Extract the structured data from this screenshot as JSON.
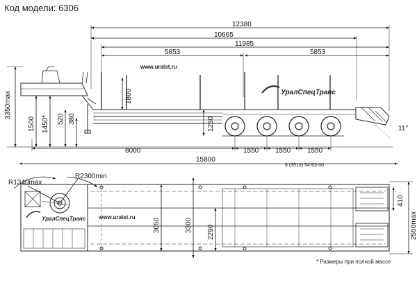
{
  "header": {
    "label": "Код модели:",
    "value": "6306"
  },
  "website": "www.uralst.ru",
  "brand": "УралСпецТранс",
  "phone": "8 (3513) 54-63-00",
  "note": "* Размеры при полной массе",
  "dims": {
    "d12380": "12380",
    "d10665": "10665",
    "d11985": "11985",
    "d5853a": "5853",
    "d5853b": "5853",
    "d8000": "8000",
    "d1550a": "1550",
    "d1550b": "1550",
    "d1550c": "1550",
    "d15800": "15800",
    "d1800": "1800",
    "d1250": "1250",
    "d3350": "3350max",
    "d1500": "1500",
    "d1450": "1450*",
    "d520": "520",
    "d380": "380",
    "angle": "11°",
    "r1340": "R1340max",
    "r2300": "R2300min",
    "d3050": "3050",
    "d3300": "3300",
    "d2290": "2290",
    "d410": "410",
    "d2550": "2550max"
  }
}
